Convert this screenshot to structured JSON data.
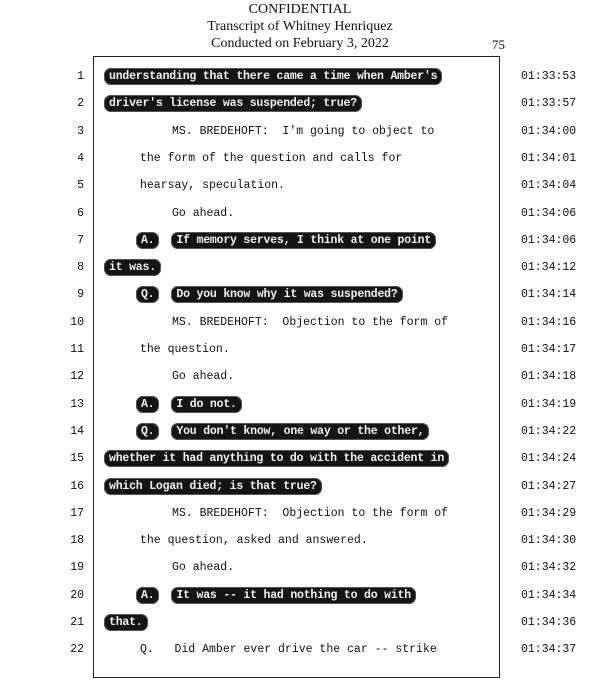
{
  "header": {
    "confidential": "CONFIDENTIAL",
    "title": "Transcript of Whitney Henriquez",
    "date": "Conducted on February 3, 2022",
    "page_number": "75"
  },
  "lines": [
    {
      "n": "1",
      "time": "01:33:53",
      "marker": "",
      "text": "understanding that there came a time when Amber's",
      "hl": true
    },
    {
      "n": "2",
      "time": "01:33:57",
      "marker": "",
      "text": "driver's license was suspended; true?",
      "hl": true
    },
    {
      "n": "3",
      "time": "01:34:00",
      "marker": "",
      "text": "MS. BREDEHOFT:  I'm going to object to",
      "hl": false
    },
    {
      "n": "4",
      "time": "01:34:01",
      "marker": "",
      "text": "the form of the question and calls for",
      "hl": false
    },
    {
      "n": "5",
      "time": "01:34:04",
      "marker": "",
      "text": "hearsay, speculation.",
      "hl": false
    },
    {
      "n": "6",
      "time": "01:34:06",
      "marker": "",
      "text": "Go ahead.",
      "hl": false
    },
    {
      "n": "7",
      "time": "01:34:06",
      "marker": "A.",
      "text": "If memory serves, I think at one point",
      "hl": true
    },
    {
      "n": "8",
      "time": "01:34:12",
      "marker": "",
      "text": "it was.",
      "hl": true
    },
    {
      "n": "9",
      "time": "01:34:14",
      "marker": "Q.",
      "text": "Do you know why it was suspended?",
      "hl": true
    },
    {
      "n": "10",
      "time": "01:34:16",
      "marker": "",
      "text": "MS. BREDEHOFT:  Objection to the form of",
      "hl": false
    },
    {
      "n": "11",
      "time": "01:34:17",
      "marker": "",
      "text": "the question.",
      "hl": false
    },
    {
      "n": "12",
      "time": "01:34:18",
      "marker": "",
      "text": "Go ahead.",
      "hl": false
    },
    {
      "n": "13",
      "time": "01:34:19",
      "marker": "A.",
      "text": "I do not.",
      "hl": true
    },
    {
      "n": "14",
      "time": "01:34:22",
      "marker": "Q.",
      "text": "You don't know, one way or the other,",
      "hl": true
    },
    {
      "n": "15",
      "time": "01:34:24",
      "marker": "",
      "text": "whether it had anything to do with the accident in",
      "hl": true
    },
    {
      "n": "16",
      "time": "01:34:27",
      "marker": "",
      "text": "which Logan died; is that true?",
      "hl": true
    },
    {
      "n": "17",
      "time": "01:34:29",
      "marker": "",
      "text": "MS. BREDEHOFT:  Objection to the form of",
      "hl": false
    },
    {
      "n": "18",
      "time": "01:34:30",
      "marker": "",
      "text": "the question, asked and answered.",
      "hl": false
    },
    {
      "n": "19",
      "time": "01:34:32",
      "marker": "",
      "text": "Go ahead.",
      "hl": false
    },
    {
      "n": "20",
      "time": "01:34:34",
      "marker": "A.",
      "text": "It was -- it had nothing to do with",
      "hl": true
    },
    {
      "n": "21",
      "time": "01:34:36",
      "marker": "",
      "text": "that.",
      "hl": true
    },
    {
      "n": "22",
      "time": "01:34:37",
      "marker": "",
      "text": "Q.   Did Amber ever drive the car -- strike",
      "hl": false
    }
  ]
}
